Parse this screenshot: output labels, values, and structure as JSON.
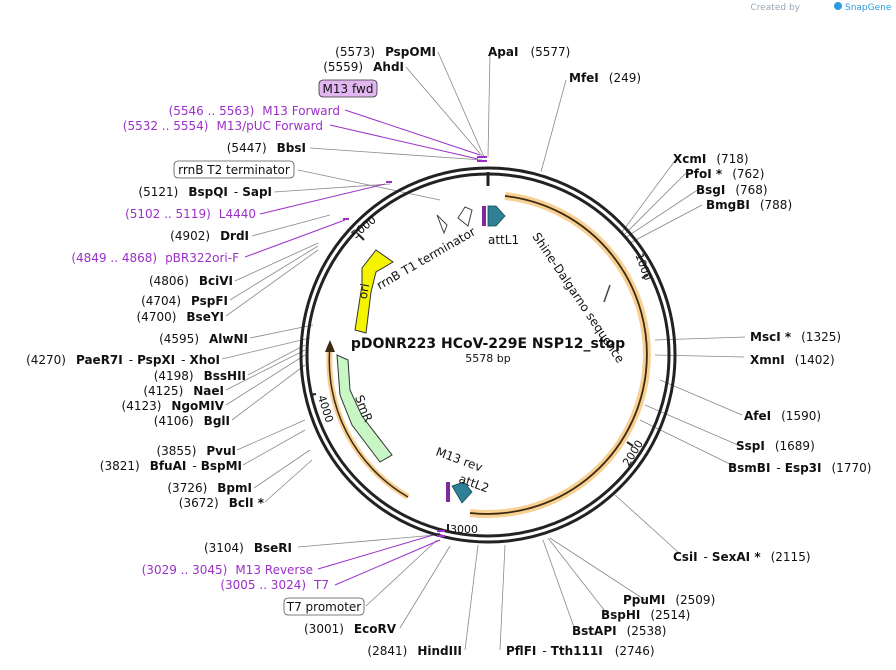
{
  "credit": {
    "text": "Created by",
    "brand": "SnapGene"
  },
  "plasmid": {
    "name": "pDONR223 HCoV-229E NSP12_stop",
    "length": "5578 bp"
  },
  "ticks": [
    "1000",
    "2000",
    "3000",
    "4000",
    "5000"
  ],
  "features": {
    "ori": "ori",
    "smr": "SmR",
    "rrnb_t1": "rrnB T1 terminator",
    "attl1": "attL1",
    "attl2": "attL2",
    "shine": "Shine-Dalgarno sequence",
    "m13rev": "M13 rev"
  },
  "boxed": {
    "m13fwd": "M13 fwd",
    "rrnb_t2": "rrnB T2 terminator",
    "t7prom": "T7 promoter"
  },
  "sites": [
    {
      "pos": "(5573)",
      "name": "PspOMI"
    },
    {
      "pos": "(5559)",
      "name": "AhdI"
    },
    {
      "pos": "(5447)",
      "name": "BbsI"
    },
    {
      "pos": "(5121)",
      "name": "BspQI",
      "name2": "SapI"
    },
    {
      "pos": "(4902)",
      "name": "DrdI"
    },
    {
      "pos": "(4806)",
      "name": "BciVI"
    },
    {
      "pos": "(4704)",
      "name": "PspFI"
    },
    {
      "pos": "(4700)",
      "name": "BseYI"
    },
    {
      "pos": "(4595)",
      "name": "AlwNI"
    },
    {
      "pos": "(4270)",
      "name": "PaeR7I",
      "name2": "PspXI",
      "name3": "XhoI"
    },
    {
      "pos": "(4198)",
      "name": "BssHII"
    },
    {
      "pos": "(4125)",
      "name": "NaeI"
    },
    {
      "pos": "(4123)",
      "name": "NgoMIV"
    },
    {
      "pos": "(4106)",
      "name": "BglI"
    },
    {
      "pos": "(3855)",
      "name": "PvuI"
    },
    {
      "pos": "(3821)",
      "name": "BfuAI",
      "name2": "BspMI"
    },
    {
      "pos": "(3726)",
      "name": "BpmI"
    },
    {
      "pos": "(3672)",
      "name": "BclI *"
    },
    {
      "pos": "(3104)",
      "name": "BseRI"
    },
    {
      "pos": "(3001)",
      "name": "EcoRV"
    },
    {
      "pos": "(2841)",
      "name": "HindIII"
    },
    {
      "pos": "(2746)",
      "name": "PflFI",
      "name2": "Tth111I"
    },
    {
      "pos": "(2538)",
      "name": "BstAPI"
    },
    {
      "pos": "(2514)",
      "name": "BspHI"
    },
    {
      "pos": "(2509)",
      "name": "PpuMI"
    },
    {
      "pos": "(2115)",
      "name": "CsiI",
      "name2": "SexAI *"
    },
    {
      "pos": "(1770)",
      "name": "BsmBI",
      "name2": "Esp3I"
    },
    {
      "pos": "(1689)",
      "name": "SspI"
    },
    {
      "pos": "(1590)",
      "name": "AfeI"
    },
    {
      "pos": "(1402)",
      "name": "XmnI"
    },
    {
      "pos": "(1325)",
      "name": "MscI *"
    },
    {
      "pos": "(788)",
      "name": "BmgBI"
    },
    {
      "pos": "(768)",
      "name": "BsgI"
    },
    {
      "pos": "(762)",
      "name": "PfoI *"
    },
    {
      "pos": "(718)",
      "name": "XcmI"
    },
    {
      "pos": "(249)",
      "name": "MfeI"
    },
    {
      "pos": "(5577)",
      "name": "ApaI"
    }
  ],
  "primers": [
    {
      "pos": "(5546 .. 5563)",
      "name": "M13 Forward"
    },
    {
      "pos": "(5532 .. 5554)",
      "name": "M13/pUC Forward"
    },
    {
      "pos": "(5102 .. 5119)",
      "name": "L4440"
    },
    {
      "pos": "(4849 .. 4868)",
      "name": "pBR322ori-F"
    },
    {
      "pos": "(3029 .. 3045)",
      "name": "M13 Reverse"
    },
    {
      "pos": "(3005 .. 3024)",
      "name": "T7"
    }
  ],
  "colors": {
    "ori": "#f4f400",
    "smr": "#c8f7c5",
    "orf": "#f2a93b",
    "att": "#2f7f97",
    "primer": "#9b30c8",
    "m13fwd_fill": "#e2b6f0"
  }
}
